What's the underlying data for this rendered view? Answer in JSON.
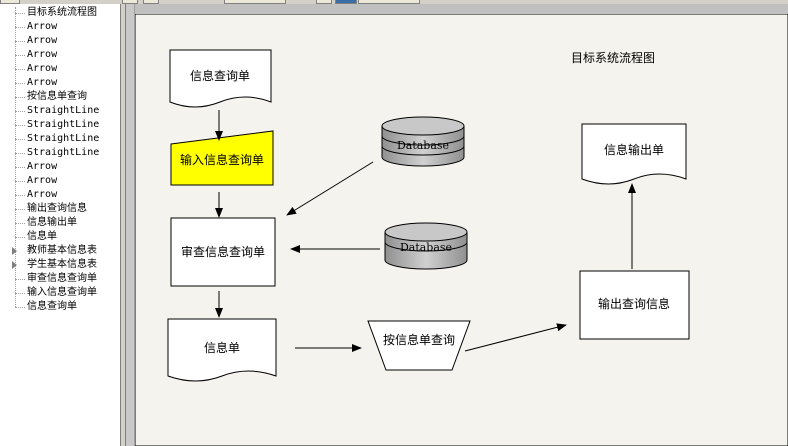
{
  "tree": {
    "items": [
      {
        "label": "目标系统流程图"
      },
      {
        "label": "Arrow"
      },
      {
        "label": "Arrow"
      },
      {
        "label": "Arrow"
      },
      {
        "label": "Arrow"
      },
      {
        "label": "Arrow"
      },
      {
        "label": "按信息单查询"
      },
      {
        "label": "StraightLine"
      },
      {
        "label": "StraightLine"
      },
      {
        "label": "StraightLine"
      },
      {
        "label": "StraightLine"
      },
      {
        "label": "Arrow"
      },
      {
        "label": "Arrow"
      },
      {
        "label": "Arrow"
      },
      {
        "label": "输出查询信息"
      },
      {
        "label": "信息输出单"
      },
      {
        "label": "信息单"
      },
      {
        "label": "教师基本信息表",
        "expandable": true
      },
      {
        "label": "学生基本信息表",
        "expandable": true
      },
      {
        "label": "审查信息查询单"
      },
      {
        "label": "输入信息查询单"
      },
      {
        "label": "信息查询单"
      }
    ]
  },
  "diagram": {
    "title": "目标系统流程图",
    "shapes": {
      "query_doc": "信息查询单",
      "input_query": "输入信息查询单",
      "db1": "Database",
      "review": "审查信息查询单",
      "db2": "Database",
      "info_doc": "信息单",
      "query_by_info": "按信息单查询",
      "output_doc": "信息输出单",
      "output_query": "输出查询信息"
    },
    "colors": {
      "highlight": "#ffff00",
      "canvas": "#f5f3ee",
      "database": "#b0b0b0"
    }
  }
}
